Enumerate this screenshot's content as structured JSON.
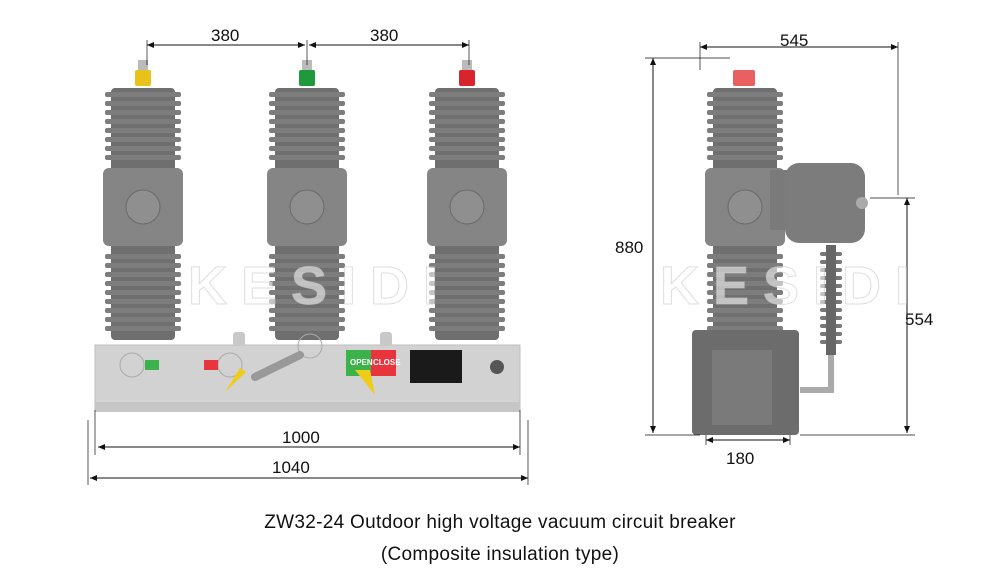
{
  "dimensions": {
    "phase_spacing_1": "380",
    "phase_spacing_2": "380",
    "side_depth": "545",
    "total_height": "880",
    "mechanism_height": "554",
    "inner_width": "1000",
    "overall_width": "1040",
    "base_width": "180"
  },
  "watermark": "KESIDI",
  "panel": {
    "open_label": "OPEN",
    "close_label": "CLOSE"
  },
  "caption": {
    "line1": "ZW32-24 Outdoor high voltage vacuum circuit breaker",
    "line2": "(Composite insulation type)"
  },
  "colors": {
    "insulator": "#7d7d7d",
    "panel": "#d2d2d2",
    "phase_a": "#e8c21a",
    "phase_b": "#1e9a3c",
    "phase_c": "#d8242c",
    "open_green": "#3bb34a",
    "close_red": "#e8343c"
  }
}
